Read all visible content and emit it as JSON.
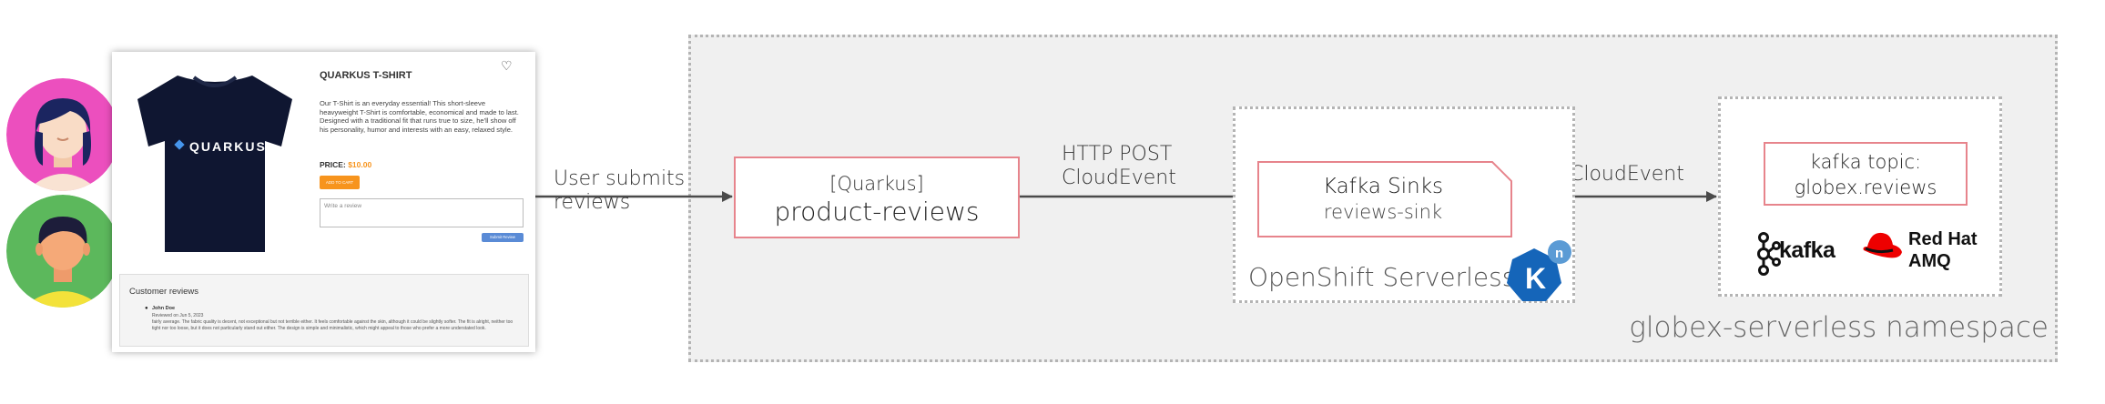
{
  "product_card": {
    "title": "QUARKUS T-SHIRT",
    "logo_text": "QUARKUS",
    "description": "Our T-Shirt is an everyday essential! This short-sleeve heavyweight T-Shirt is comfortable, economical and made to last. Designed with a traditional fit that runs true to size, he'll show off his personality, humor and interests with an easy, relaxed style.",
    "price_label": "PRICE:",
    "price_value": "$10.00",
    "add_to_cart_label": "ADD TO CART",
    "review_placeholder": "Write a review",
    "submit_review_label": "Submit Review",
    "reviews_heading": "Customer reviews",
    "reviewer_name": "John Doe",
    "review_date": "Reviewed on Jun 5, 2023",
    "review_text": "fairly average. The fabric quality is decent, not exceptional but not terrible either. It feels comfortable against the skin, although it could be slightly softer. The fit is alright, neither too tight nor too loose, but it does not particularly stand out either. The design is simple and minimalistic, which might appeal to those who prefer a more understated look."
  },
  "edges": {
    "user_submits_line1": "User submits",
    "user_submits_line2": "reviews",
    "http_post_line1": "HTTP POST",
    "http_post_line2": "CloudEvent",
    "cloudevent": "CloudEvent"
  },
  "nodes": {
    "product_reviews_sub": "[Quarkus]",
    "product_reviews_main": "product-reviews",
    "kafka_sinks_title": "Kafka Sinks",
    "kafka_sinks_sub": "reviews-sink",
    "serverless_label": "OpenShift Serverless",
    "knative_letter": "K",
    "knative_badge": "n",
    "topic_line1": "kafka topic:",
    "topic_line2": "globex.reviews",
    "kafka_word": "kafka",
    "redhat_line1": "Red Hat",
    "redhat_line2": "AMQ"
  },
  "namespace_label": "globex-serverless namespace",
  "colors": {
    "node_border": "#e7848c",
    "namespace_bg": "#f0f0f0",
    "price_orange": "#f7941d",
    "knative_blue": "#1565b9",
    "redhat_red": "#ee0000",
    "avatar_pink": "#ec4fbe",
    "avatar_green": "#5cb85c"
  }
}
